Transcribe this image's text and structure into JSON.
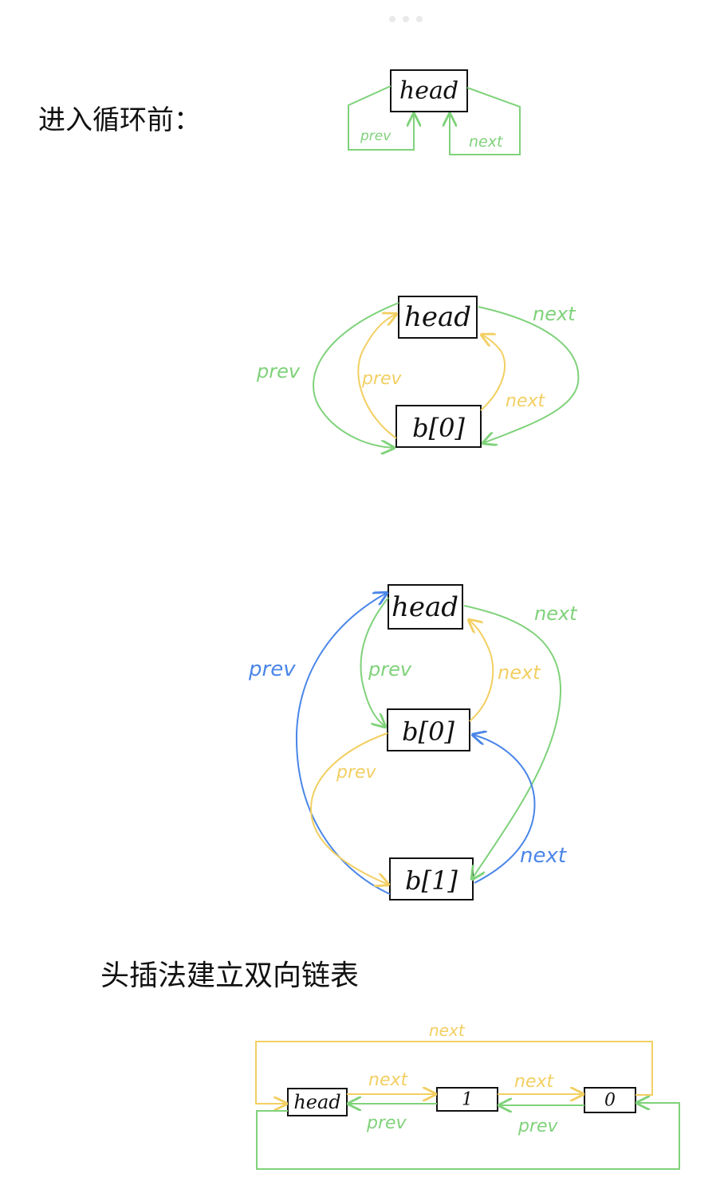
{
  "colors": {
    "green": "#7fd27a",
    "yellow": "#f2cf62",
    "blue": "#4a86e8",
    "ink": "#111111"
  },
  "sections": {
    "before_loop_title": "进入循环前：",
    "head_insert_title": "头插法建立双向链表"
  },
  "nodes": {
    "d1_head": "head",
    "d2_head": "head",
    "d2_b0": "b[0]",
    "d3_head": "head",
    "d3_b0": "b[0]",
    "d3_b1": "b[1]",
    "d4_head": "head",
    "d4_n1": "1",
    "d4_n0": "0"
  },
  "labels": {
    "prev": "prev",
    "next": "next"
  }
}
